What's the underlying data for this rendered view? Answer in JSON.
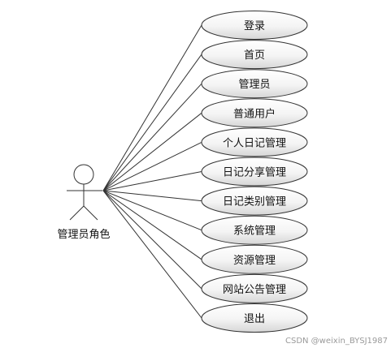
{
  "diagram": {
    "type": "use-case",
    "actor": {
      "label": "管理员角色"
    },
    "use_cases": [
      {
        "id": "login",
        "label": "登录"
      },
      {
        "id": "home",
        "label": "首页"
      },
      {
        "id": "admin",
        "label": "管理员"
      },
      {
        "id": "normal-user",
        "label": "普通用户"
      },
      {
        "id": "personal-diary-mgmt",
        "label": "个人日记管理"
      },
      {
        "id": "diary-share-mgmt",
        "label": "日记分享管理"
      },
      {
        "id": "diary-category-mgmt",
        "label": "日记类别管理"
      },
      {
        "id": "system-mgmt",
        "label": "系统管理"
      },
      {
        "id": "resource-mgmt",
        "label": "资源管理"
      },
      {
        "id": "site-notice-mgmt",
        "label": "网站公告管理"
      },
      {
        "id": "logout",
        "label": "退出"
      }
    ],
    "colors": {
      "ellipse_fill": "#ffffff",
      "line": "#333333",
      "gradient_end": "#d6d6d6"
    }
  },
  "watermark": {
    "text": "CSDN @weixin_BYSJ1987"
  }
}
